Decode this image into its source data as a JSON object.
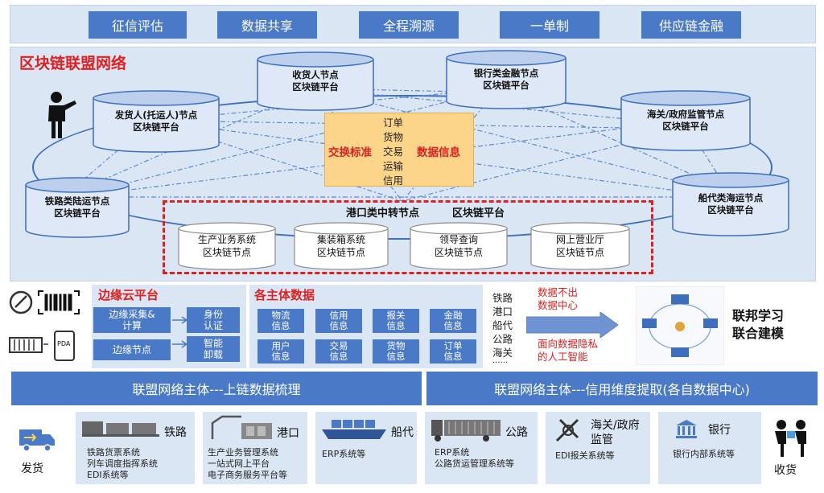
{
  "top_buttons": [
    "征信评估",
    "数据共享",
    "全程溯源",
    "一单制",
    "供应链金融"
  ],
  "network": {
    "title": "区块链联盟网络",
    "nodes": {
      "consignee": [
        "收货人节点",
        "区块链平台"
      ],
      "bank": [
        "银行类金融节点",
        "区块链平台"
      ],
      "shipper": [
        "发货人(托运人)节点",
        "区块链平台"
      ],
      "customs": [
        "海关/政府监管节点",
        "区块链平台"
      ],
      "rail": [
        "铁路类陆运节点",
        "区块链平台"
      ],
      "shipping": [
        "船代类海运节点",
        "区块链平台"
      ]
    },
    "exchange": {
      "left": "交换标准",
      "right": "数据信息",
      "items": [
        "订单",
        "货物",
        "交易",
        "运输",
        "信用"
      ]
    },
    "port": {
      "title_a": "港口类中转节点",
      "title_b": "区块链平台",
      "nodes": [
        [
          "生产业务系统",
          "区块链节点"
        ],
        [
          "集装箱系统",
          "区块链节点"
        ],
        [
          "领导查询",
          "区块链节点"
        ],
        [
          "网上营业厅",
          "区块链节点"
        ]
      ]
    }
  },
  "edge_cloud": {
    "title": "边缘云平台",
    "collect": [
      "边缘采集&",
      "计算"
    ],
    "node": "边缘节点",
    "auth": [
      "身份",
      "认证"
    ],
    "unload": [
      "智能",
      "卸载"
    ]
  },
  "subject_data": {
    "title": "各主体数据",
    "items": [
      [
        "物流",
        "信息"
      ],
      [
        "信用",
        "信息"
      ],
      [
        "报关",
        "信息"
      ],
      [
        "金融",
        "信息"
      ],
      [
        "用户",
        "信息"
      ],
      [
        "交易",
        "信息"
      ],
      [
        "货物",
        "信息"
      ],
      [
        "订单",
        "信息"
      ]
    ]
  },
  "federated": {
    "modes": [
      "铁路",
      "港口",
      "船代",
      "公路",
      "海关",
      "......"
    ],
    "red_top": [
      "数据不出",
      "数据中心"
    ],
    "red_bottom": [
      "面向数据隐私",
      "的人工智能"
    ],
    "title": [
      "联邦学习",
      "联合建模"
    ]
  },
  "bars": {
    "left": "联盟网络主体---上链数据梳理",
    "right": "联盟网络主体---信用维度提取(各自数据中心)"
  },
  "bottom": {
    "ship_label": "发货",
    "receive_label": "收货",
    "cells": [
      {
        "name": "铁路",
        "systems": [
          "铁路货票系统",
          "列车调度指挥系统",
          "EDI系统等"
        ]
      },
      {
        "name": "港口",
        "systems": [
          "生产业务管理系统",
          "一站式网上平台",
          "电子商务服务平台等"
        ]
      },
      {
        "name": "船代",
        "systems": [
          "ERP系统等"
        ]
      },
      {
        "name": "公路",
        "systems": [
          "ERP系统",
          "公路货运管理系统等"
        ]
      },
      {
        "name": "海关/政府\n监管",
        "name_lines": [
          "海关/政府",
          "监管"
        ],
        "systems": [
          "EDI报关系统等"
        ]
      },
      {
        "name": "银行",
        "systems": [
          "银行内部系统等"
        ]
      }
    ]
  },
  "colors": {
    "accent": "#4a7ac7",
    "panel": "#dbe6f4",
    "red": "#e02020",
    "exchange": "#fcd48a"
  }
}
